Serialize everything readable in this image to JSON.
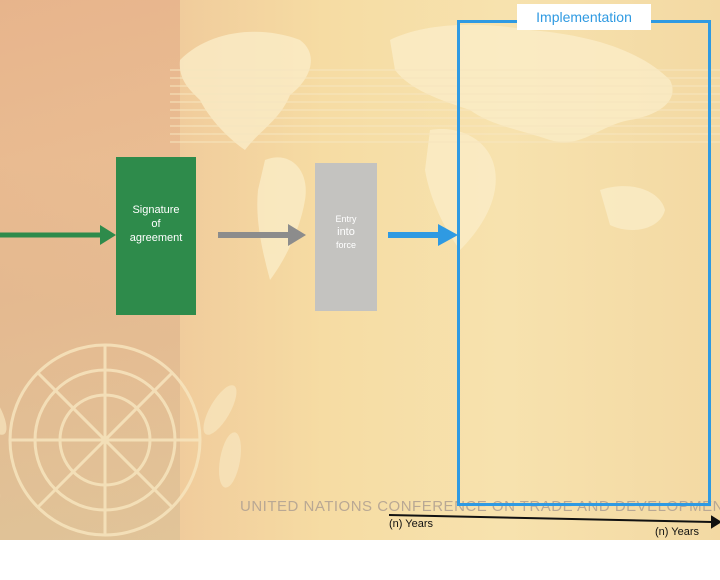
{
  "background": {
    "footer_text": "UNITED NATIONS CONFERENCE ON TRADE AND DEVELOPMENT",
    "colors": {
      "base": "#f3d5a2",
      "left_tint": "#e7b48c",
      "map": "#ffffff"
    }
  },
  "stages": [
    {
      "id": "signature",
      "lines": [
        "Signature",
        "of",
        "agreement"
      ],
      "color": "#2e8b4b",
      "text_color": "#ffffff"
    },
    {
      "id": "entry",
      "lines": [
        "Entry",
        "into",
        "force"
      ],
      "color": "#c4c3c0",
      "text_color": "#ffffff"
    }
  ],
  "arrows": [
    {
      "id": "arrow-to-signature",
      "color": "#2e8b4b"
    },
    {
      "id": "arrow-to-entry",
      "color": "#8c8c8c"
    },
    {
      "id": "arrow-to-implementation",
      "color": "#2f9ae2"
    }
  ],
  "implementation": {
    "label": "Implementation",
    "color": "#2f9ae2"
  },
  "timeline": {
    "labels": [
      "(n) Years",
      "(n) Years"
    ],
    "color": "#111111"
  }
}
